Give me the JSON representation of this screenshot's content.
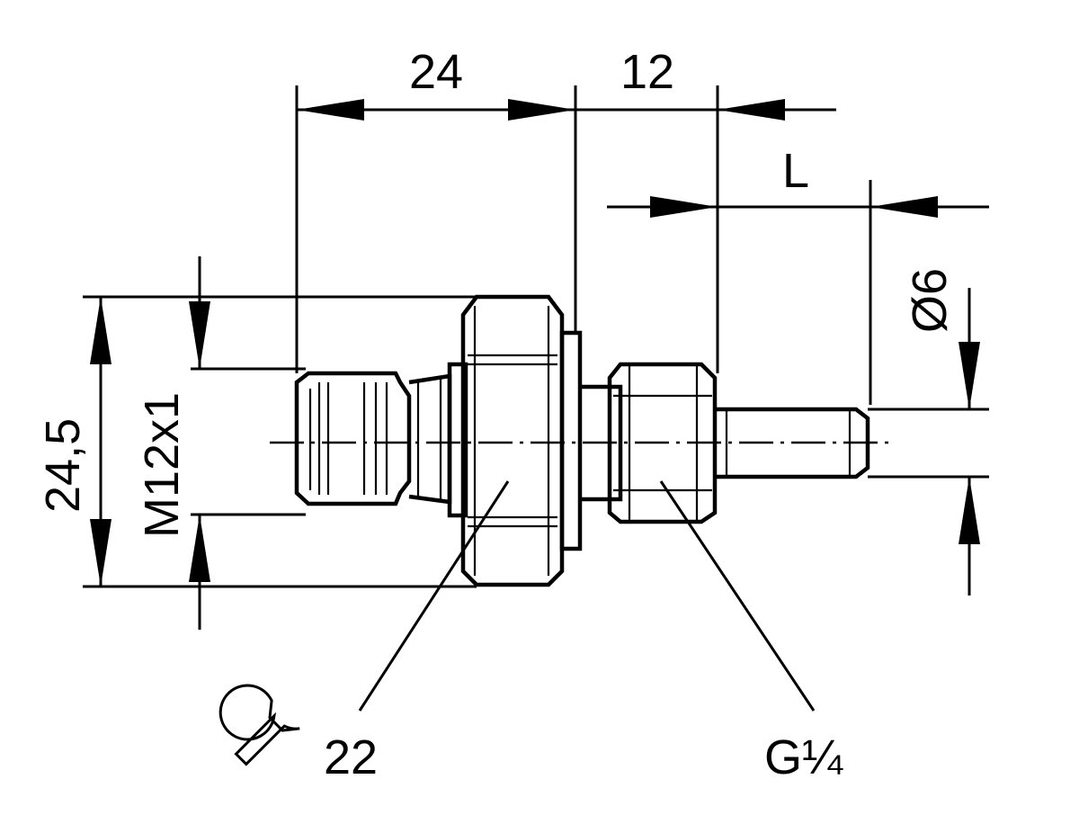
{
  "drawing": {
    "dimensions": {
      "top_left": "24",
      "top_right": "12",
      "length": "L",
      "probe_diameter": "Ø6",
      "overall_height": "24,5",
      "thread": "M12x1"
    },
    "callouts": {
      "wrench_size": "22",
      "pipe_thread": "G¼"
    },
    "icons": [
      "wrench-icon"
    ],
    "colors": {
      "line": "#000000",
      "background": "#ffffff"
    }
  }
}
